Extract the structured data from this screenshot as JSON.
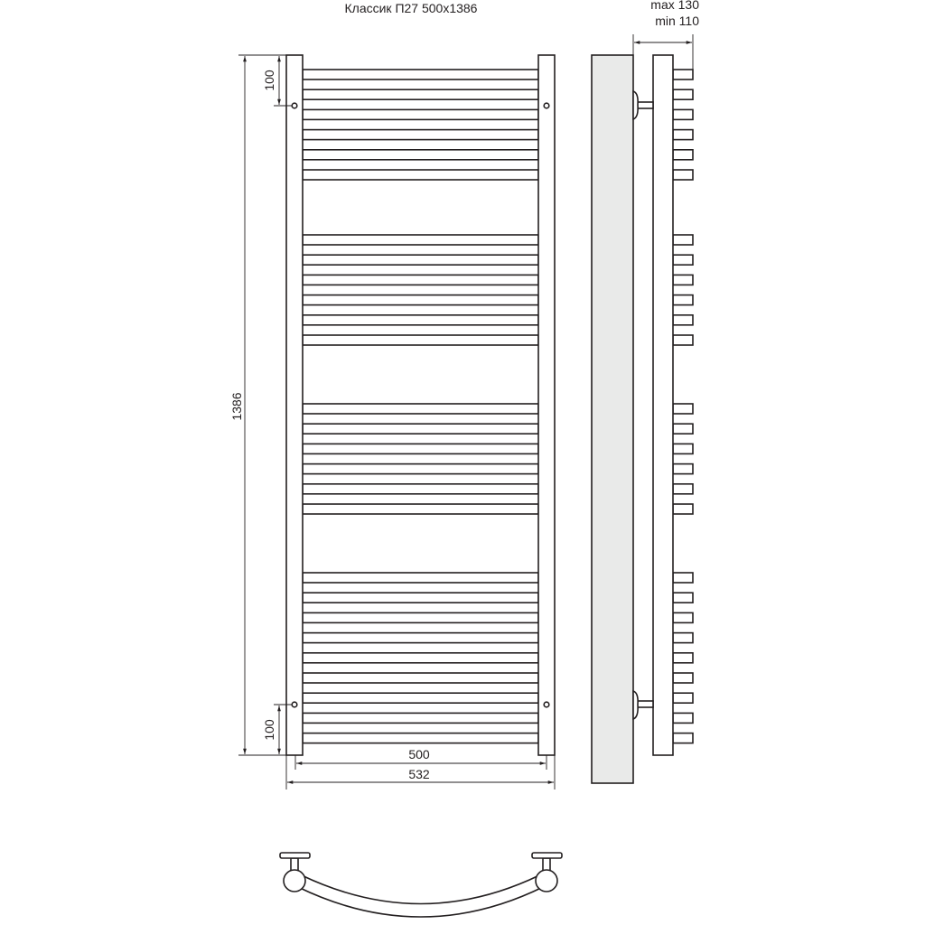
{
  "title": "Классик П27 500x1386",
  "dimensions": {
    "height": "1386",
    "top_offset": "100",
    "bottom_offset": "100",
    "center_width": "500",
    "total_width": "532",
    "depth_max": "max 130",
    "depth_min": "min 110"
  },
  "tube_groups": [
    6,
    6,
    6,
    9
  ],
  "colors": {
    "line": "#231f20",
    "wall": "#e9eae9"
  }
}
